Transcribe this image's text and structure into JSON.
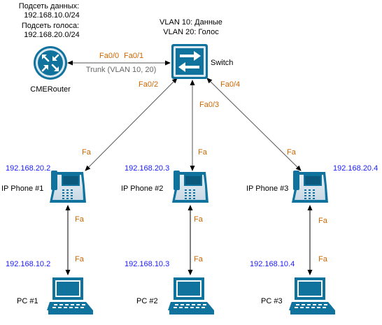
{
  "notes": {
    "data_subnet_label": "Подсеть данных:",
    "data_subnet": "192.168.10.0/24",
    "voice_subnet_label": "Подсеть голоса:",
    "voice_subnet": "192.168.20.0/24",
    "vlan10": "VLAN 10: Данные",
    "vlan20": "VLAN 20: Голос"
  },
  "router": {
    "label": "CMERouter",
    "port": "Fa0/0"
  },
  "switch": {
    "label": "Switch",
    "port_router": "Fa0/1",
    "port_phone1": "Fa0/2",
    "port_phone2": "Fa0/3",
    "port_phone3": "Fa0/4"
  },
  "trunk_label": "Trunk (VLAN 10, 20)",
  "phones": [
    {
      "label": "IP Phone #1",
      "ip": "192.168.20.2",
      "port_up": "Fa",
      "port_down": "Fa"
    },
    {
      "label": "IP Phone #2",
      "ip": "192.168.20.3",
      "port_up": "Fa",
      "port_down": "Fa"
    },
    {
      "label": "IP Phone #3",
      "ip": "192.168.20.4",
      "port_up": "Fa",
      "port_down": "Fa"
    }
  ],
  "pcs": [
    {
      "label": "PC #1",
      "ip": "192.168.10.2",
      "port": "Fa"
    },
    {
      "label": "PC #2",
      "ip": "192.168.10.3",
      "port": "Fa"
    },
    {
      "label": "PC #3",
      "ip": "192.168.10.4",
      "port": "Fa"
    }
  ],
  "colors": {
    "port_label": "#cc6600",
    "ip_label": "#1a1aff",
    "device_blue": "#10739e",
    "device_light": "#dce8f0",
    "link": "#000000"
  },
  "icons": [
    "router-icon",
    "switch-icon",
    "ip-phone-icon",
    "pc-icon"
  ]
}
